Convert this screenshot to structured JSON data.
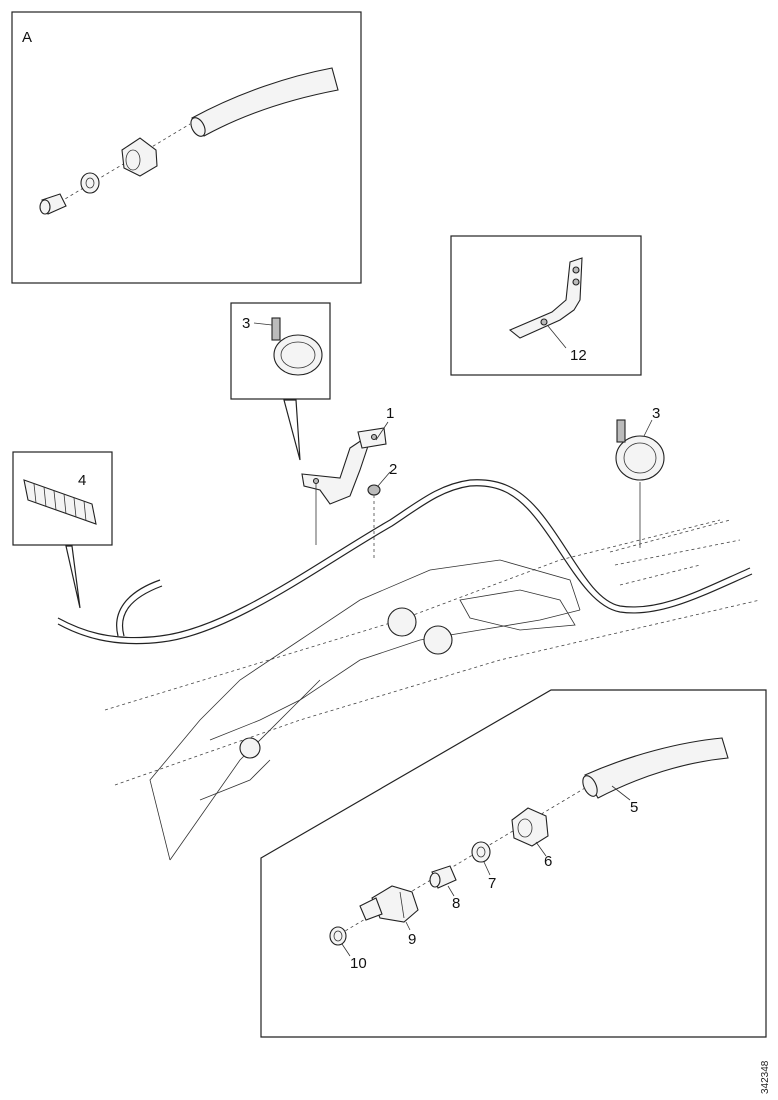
{
  "figure_code": "342348",
  "detail_label": "A",
  "callouts": {
    "c1": "1",
    "c2": "2",
    "c3_top": "3",
    "c3_right": "3",
    "c4": "4",
    "c5": "5",
    "c6": "6",
    "c7": "7",
    "c8": "8",
    "c9": "9",
    "c10": "10",
    "c12": "12"
  }
}
